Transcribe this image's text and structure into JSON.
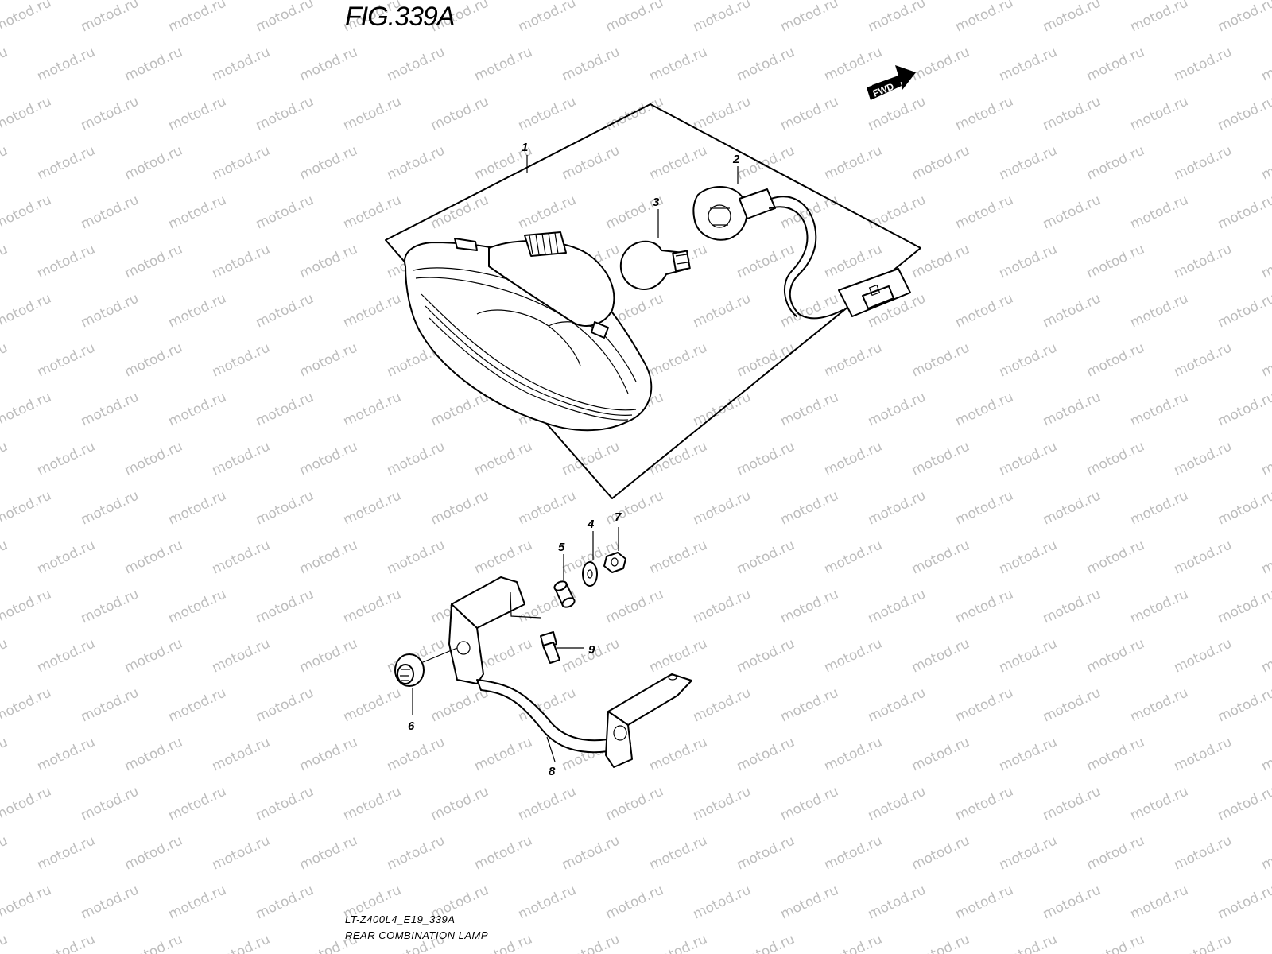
{
  "figure": {
    "title": "FIG.339A",
    "code": "LT-Z400L4_E19_339A",
    "name": "REAR COMBINATION LAMP"
  },
  "direction_label": "FWD",
  "watermark_text": "motod.ru",
  "callouts": [
    "1",
    "2",
    "3",
    "4",
    "5",
    "6",
    "7",
    "8",
    "9"
  ],
  "colors": {
    "line": "#000000",
    "watermark": "#bdbdbd",
    "background": "#ffffff"
  }
}
